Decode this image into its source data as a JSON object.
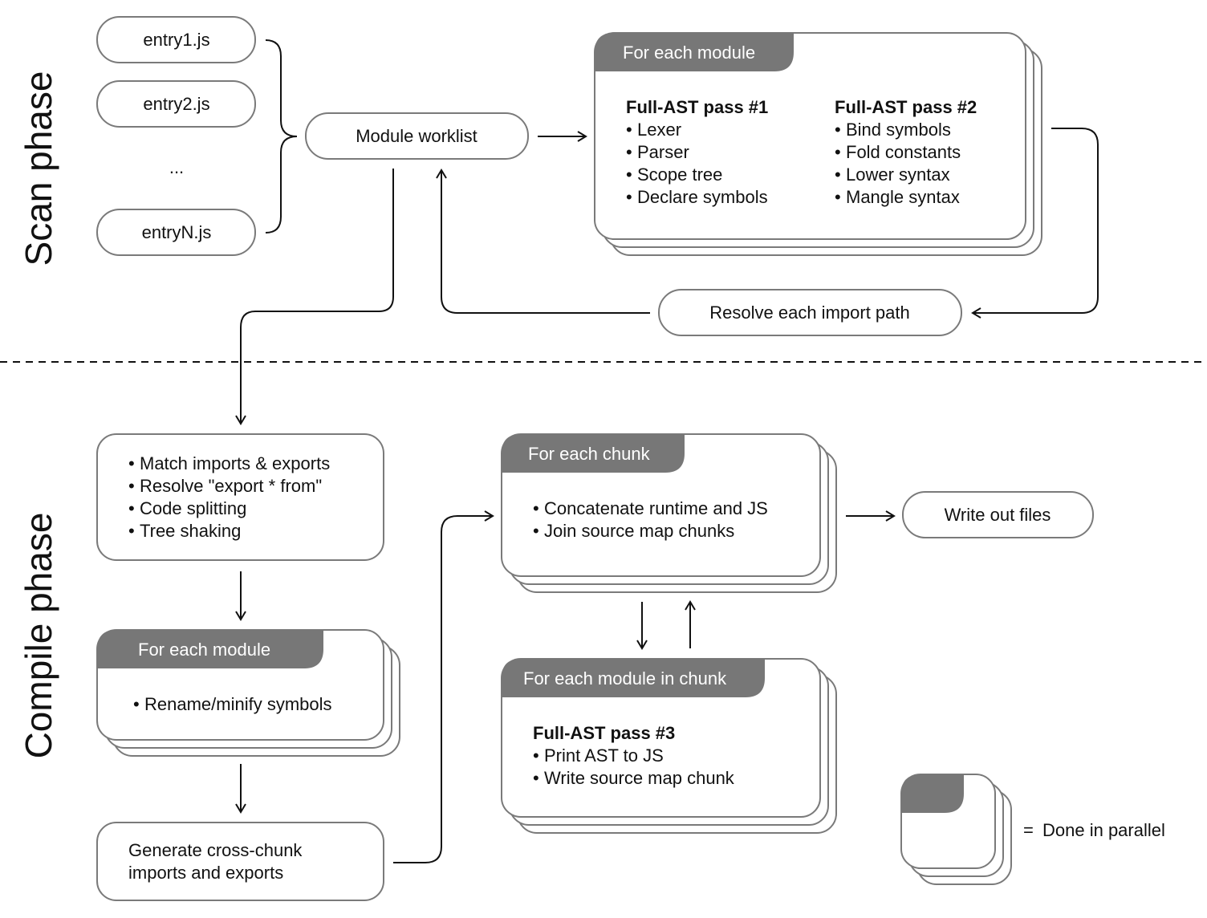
{
  "phases": {
    "scan": "Scan phase",
    "compile": "Compile phase"
  },
  "entries": [
    "entry1.js",
    "entry2.js",
    "...",
    "entryN.js"
  ],
  "module_worklist": "Module worklist",
  "scan_module_box": {
    "header": "For each module",
    "pass1_title": "Full-AST pass #1",
    "pass1_items": [
      "Lexer",
      "Parser",
      "Scope tree",
      "Declare symbols"
    ],
    "pass2_title": "Full-AST pass #2",
    "pass2_items": [
      "Bind symbols",
      "Fold constants",
      "Lower syntax",
      "Mangle syntax"
    ]
  },
  "resolve_import": "Resolve each import path",
  "link_box": {
    "items": [
      "Match imports & exports",
      "Resolve \"export * from\"",
      "Code splitting",
      "Tree shaking"
    ]
  },
  "rename_box": {
    "header": "For each module",
    "items": [
      "Rename/minify symbols"
    ]
  },
  "cross_chunk": {
    "line1": "Generate cross-chunk",
    "line2": "imports and exports"
  },
  "chunk_box": {
    "header": "For each chunk",
    "items": [
      "Concatenate runtime and JS",
      "Join source map chunks"
    ]
  },
  "write_out": "Write out files",
  "module_in_chunk_box": {
    "header": "For each module in chunk",
    "pass3_title": "Full-AST pass #3",
    "items": [
      "Print AST to JS",
      "Write source map chunk"
    ]
  },
  "legend": {
    "equals": "=",
    "text": "Done in parallel"
  },
  "colors": {
    "tab": "#777777",
    "border": "#7a7a7a",
    "line": "#111111"
  }
}
